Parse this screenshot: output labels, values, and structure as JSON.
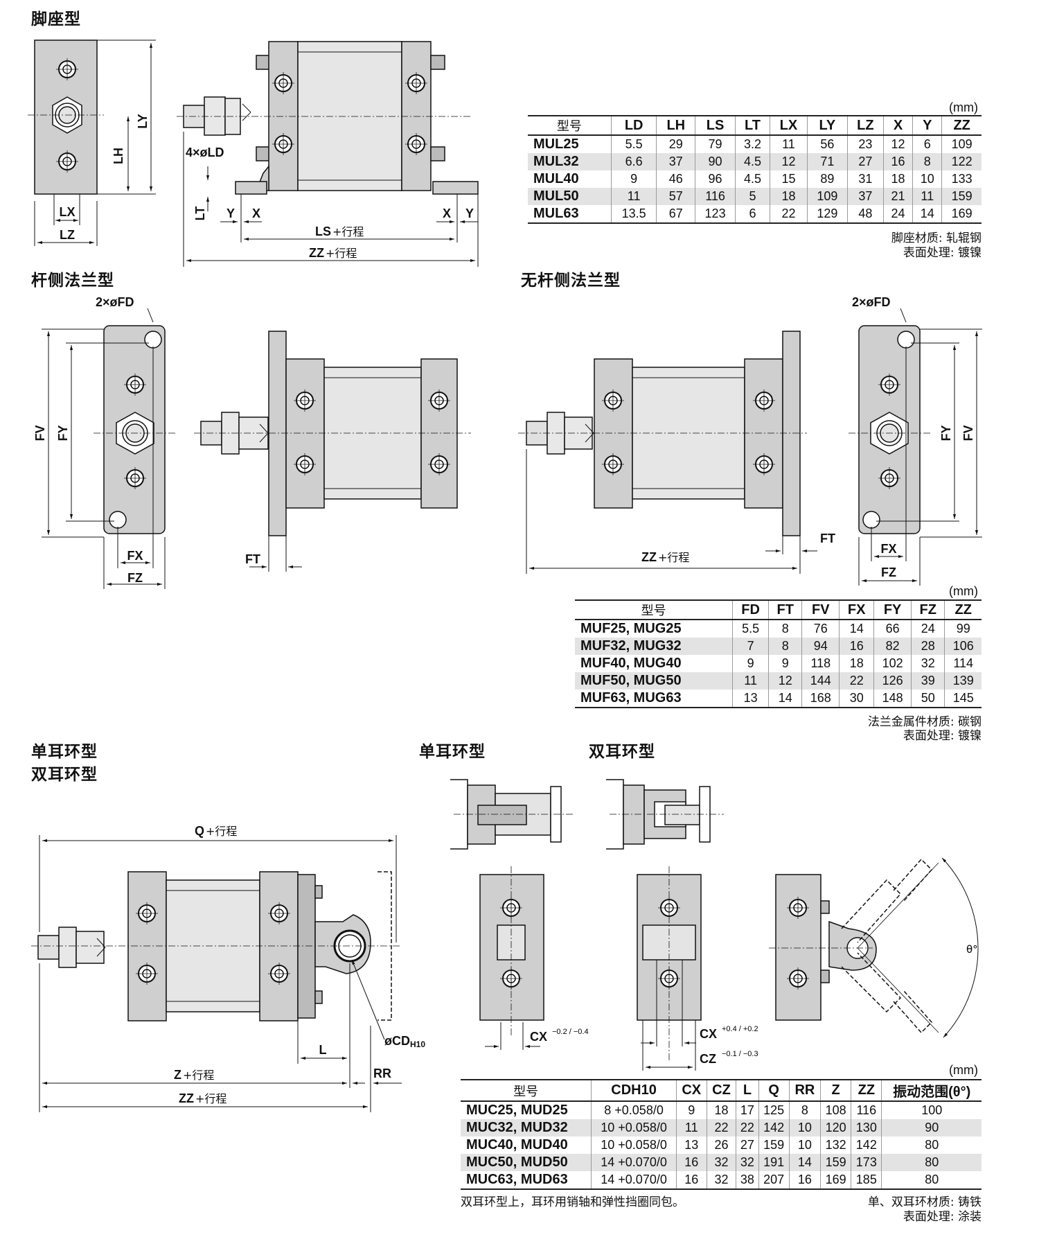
{
  "sections": {
    "foot": "脚座型",
    "rod_flange": "杆侧法兰型",
    "head_flange": "无杆侧法兰型",
    "clevis_left_1": "单耳环型",
    "clevis_left_2": "双耳环型",
    "single_clevis": "单耳环型",
    "double_clevis": "双耳环型"
  },
  "dims": {
    "foot": {
      "LY": "LY",
      "LH": "LH",
      "LX": "LX",
      "LZ": "LZ",
      "LD": "4×øLD",
      "LT": "LT",
      "Y": "Y",
      "X": "X",
      "LS": "LS",
      "ZZ": "ZZ",
      "stroke": "+行程"
    },
    "flange": {
      "FD": "2×øFD",
      "FV": "FV",
      "FY": "FY",
      "FX": "FX",
      "FZ": "FZ",
      "FT": "FT",
      "ZZ": "ZZ",
      "stroke": "+行程"
    },
    "clevis": {
      "Q": "Q",
      "Z": "Z",
      "ZZ": "ZZ",
      "L": "L",
      "RR": "RR",
      "CD": "øCD",
      "CDsub": "H10",
      "stroke": "+行程",
      "CX1": "CX",
      "CX1tol": "−0.2 / −0.4",
      "CX2": "CX",
      "CX2tol": "+0.4 / +0.2",
      "CZ": "CZ",
      "CZtol": "−0.1 / −0.3",
      "theta": "θ°"
    }
  },
  "unit": "(mm)",
  "foot_table": {
    "headers": [
      "型号",
      "LD",
      "LH",
      "LS",
      "LT",
      "LX",
      "LY",
      "LZ",
      "X",
      "Y",
      "ZZ"
    ],
    "rows": [
      [
        "MUL25",
        "5.5",
        "29",
        "79",
        "3.2",
        "11",
        "56",
        "23",
        "12",
        "6",
        "109"
      ],
      [
        "MUL32",
        "6.6",
        "37",
        "90",
        "4.5",
        "12",
        "71",
        "27",
        "16",
        "8",
        "122"
      ],
      [
        "MUL40",
        "9",
        "46",
        "96",
        "4.5",
        "15",
        "89",
        "31",
        "18",
        "10",
        "133"
      ],
      [
        "MUL50",
        "11",
        "57",
        "116",
        "5",
        "18",
        "109",
        "37",
        "21",
        "11",
        "159"
      ],
      [
        "MUL63",
        "13.5",
        "67",
        "123",
        "6",
        "22",
        "129",
        "48",
        "24",
        "14",
        "169"
      ]
    ],
    "note1": "脚座材质: 轧辊钢",
    "note2": "表面处理: 镀镍"
  },
  "flange_table": {
    "headers": [
      "型号",
      "FD",
      "FT",
      "FV",
      "FX",
      "FY",
      "FZ",
      "ZZ"
    ],
    "rows": [
      [
        "MUF25, MUG25",
        "5.5",
        "8",
        "76",
        "14",
        "66",
        "24",
        "99"
      ],
      [
        "MUF32, MUG32",
        "7",
        "8",
        "94",
        "16",
        "82",
        "28",
        "106"
      ],
      [
        "MUF40, MUG40",
        "9",
        "9",
        "118",
        "18",
        "102",
        "32",
        "114"
      ],
      [
        "MUF50, MUG50",
        "11",
        "12",
        "144",
        "22",
        "126",
        "39",
        "139"
      ],
      [
        "MUF63, MUG63",
        "13",
        "14",
        "168",
        "30",
        "148",
        "50",
        "145"
      ]
    ],
    "note1": "法兰金属件材质: 碳钢",
    "note2": "表面处理: 镀镍"
  },
  "clevis_table": {
    "headers": [
      "型号",
      "CDH10",
      "CX",
      "CZ",
      "L",
      "Q",
      "RR",
      "Z",
      "ZZ",
      "振动范围(θ°)"
    ],
    "rows": [
      [
        "MUC25, MUD25",
        "8 +0.058/0",
        "9",
        "18",
        "17",
        "125",
        "8",
        "108",
        "116",
        "100"
      ],
      [
        "MUC32, MUD32",
        "10 +0.058/0",
        "11",
        "22",
        "22",
        "142",
        "10",
        "120",
        "130",
        "90"
      ],
      [
        "MUC40, MUD40",
        "10 +0.058/0",
        "13",
        "26",
        "27",
        "159",
        "10",
        "132",
        "142",
        "80"
      ],
      [
        "MUC50, MUD50",
        "14 +0.070/0",
        "16",
        "32",
        "32",
        "191",
        "14",
        "159",
        "173",
        "80"
      ],
      [
        "MUC63, MUD63",
        "14 +0.070/0",
        "16",
        "32",
        "38",
        "207",
        "16",
        "169",
        "185",
        "80"
      ]
    ],
    "note_left": "双耳环型上，耳环用销轴和弹性挡圈同包。",
    "note1": "单、双耳环材质: 铸铁",
    "note2": "表面处理: 涂装"
  }
}
